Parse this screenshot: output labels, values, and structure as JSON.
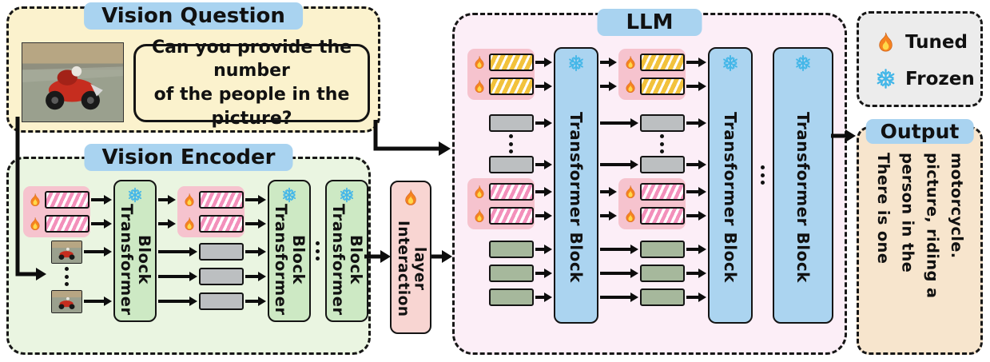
{
  "vision_question": {
    "title": "Vision Question",
    "text": "Can you provide the number of the people in the picture?",
    "lines": [
      "Can you provide the number",
      "of the people in the picture?"
    ]
  },
  "vision_encoder": {
    "title": "Vision Encoder",
    "block_word1": "Transformer",
    "block_word2": "Block"
  },
  "interaction_layer": {
    "line1": "Interaction",
    "line2": "layer"
  },
  "llm": {
    "title": "LLM",
    "block_label": "Transformer Block"
  },
  "legend": {
    "tuned_label": "Tuned",
    "frozen_label": "Frozen"
  },
  "output": {
    "title": "Output",
    "text": "There is one person in the picture, riding a motorcycle.",
    "lines": [
      "There is one",
      "person in the",
      "picture, riding a",
      "motorcycle."
    ]
  },
  "ellipsis": "...",
  "palette": {
    "panel_yellow": "#fbf2cd",
    "panel_green": "#eaf5e1",
    "panel_llm_pink": "#fceef7",
    "panel_legend_gray": "#ececec",
    "panel_output_tan": "#f7e5cd",
    "title_blue": "#a9d3f0",
    "block_green": "#cde9c4",
    "block_blue": "#abd4f0",
    "interaction_pink": "#f8d5d2",
    "prompt_container_pink": "#f6c3ce",
    "hatch_pink": "#f390bb",
    "hatch_yellow": "#f2c23c",
    "token_gray": "#bcbfc1",
    "token_green": "#a6b89c",
    "arrow_black": "#0d0d0d",
    "fire_orange": "#f58220",
    "snow_blue": "#45b7e8"
  }
}
